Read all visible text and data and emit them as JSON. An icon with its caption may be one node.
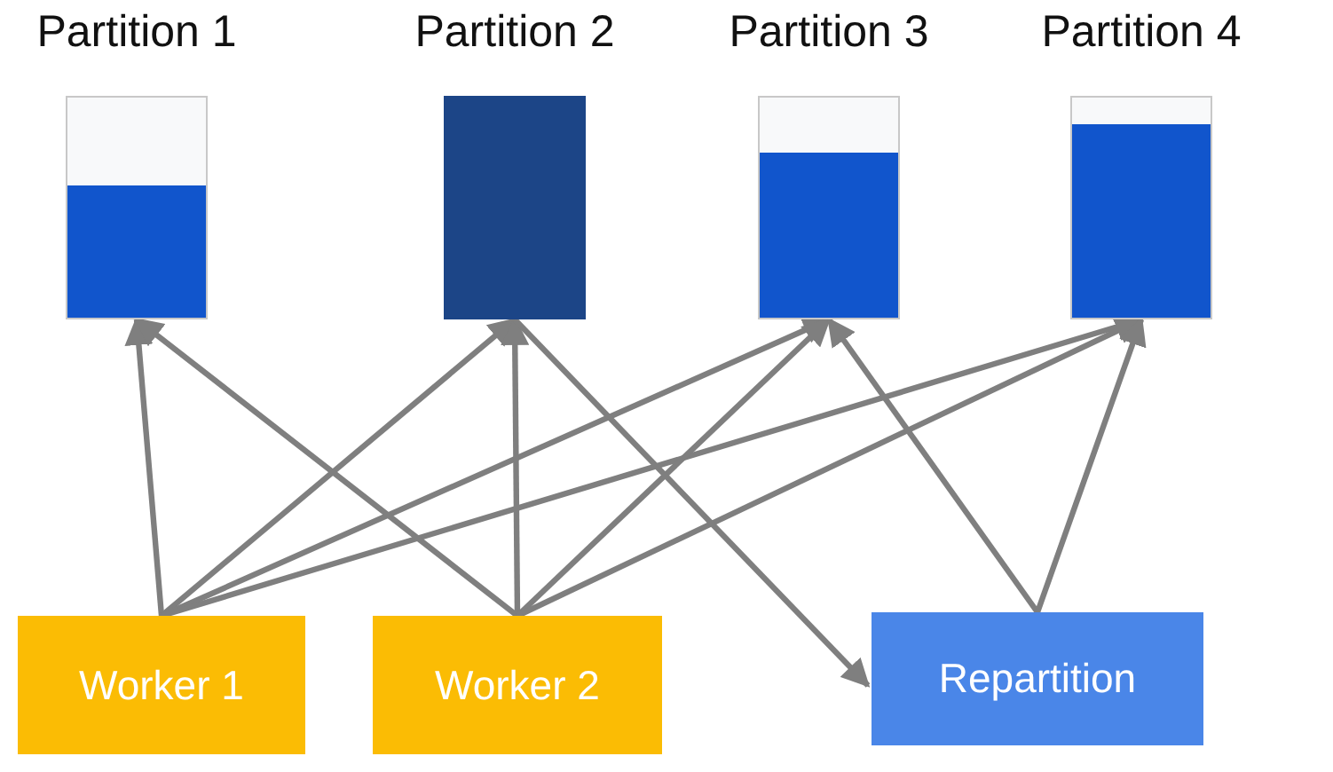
{
  "diagram": {
    "nodes": [
      {
        "text": [
          "Partition 1"
        ]
      },
      {
        "text": [
          "Partition 2"
        ]
      },
      {
        "text": [
          "Partition 3"
        ]
      },
      {
        "text": [
          "Partition 4"
        ]
      },
      {
        "text": [
          "Worker 1"
        ]
      },
      {
        "text": [
          "Worker 2"
        ]
      },
      {
        "text": [
          "Repartition"
        ]
      }
    ],
    "edges": [
      {
        "from": 4,
        "to": 0,
        "arrow": "to"
      },
      {
        "from": 4,
        "to": 1,
        "arrow": "to"
      },
      {
        "from": 4,
        "to": 2,
        "arrow": "to"
      },
      {
        "from": 4,
        "to": 3,
        "arrow": "to"
      },
      {
        "from": 5,
        "to": 0,
        "arrow": "to"
      },
      {
        "from": 5,
        "to": 1,
        "arrow": "to"
      },
      {
        "from": 5,
        "to": 2,
        "arrow": "to"
      },
      {
        "from": 5,
        "to": 3,
        "arrow": "to"
      },
      {
        "from": 1,
        "to": 6,
        "arrow": "to"
      },
      {
        "from": 6,
        "to": 2,
        "arrow": "to"
      },
      {
        "from": 6,
        "to": 3,
        "arrow": "to"
      }
    ]
  }
}
